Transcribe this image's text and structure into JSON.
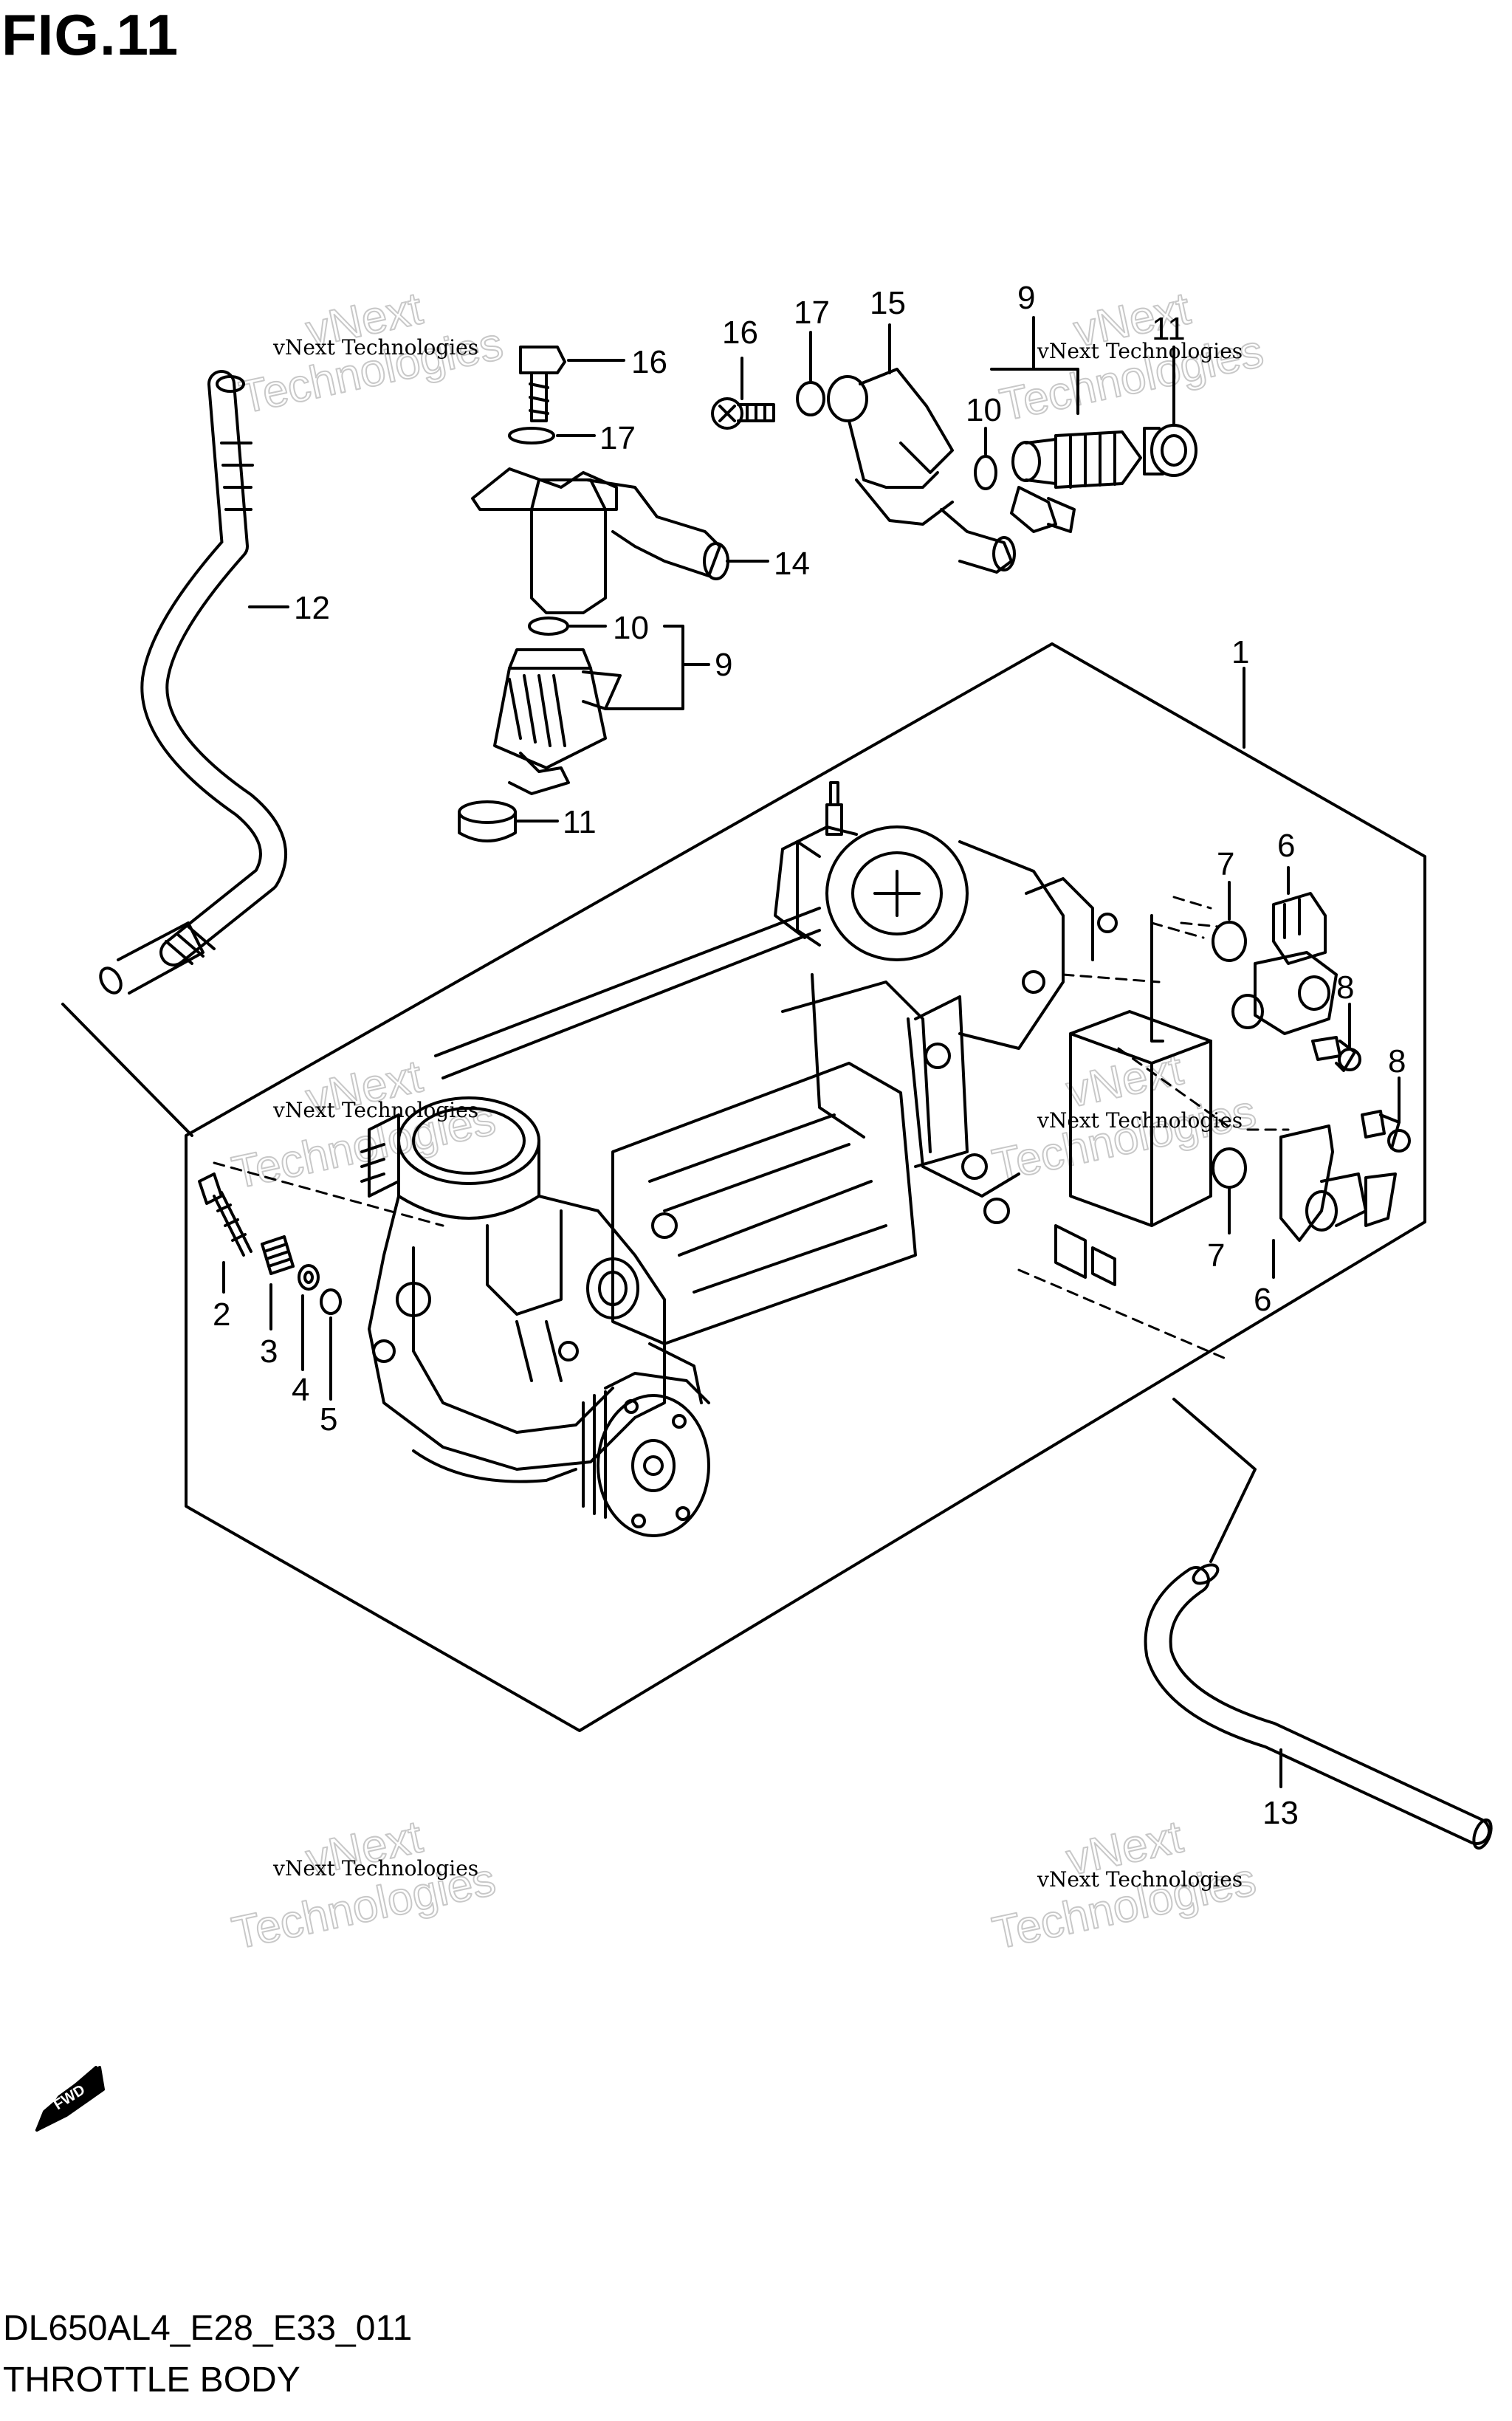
{
  "figure": {
    "title": "FIG.11",
    "code": "DL650AL4_E28_E33_011",
    "caption": "THROTTLE BODY"
  },
  "watermark": {
    "line1": "vNext Technologies",
    "line2": "vNext",
    "line3": "Technologies"
  },
  "fwd_marker": {
    "label": "FWD"
  },
  "callouts": [
    {
      "id": "c1",
      "label": "1"
    },
    {
      "id": "c2",
      "label": "2"
    },
    {
      "id": "c3",
      "label": "3"
    },
    {
      "id": "c4",
      "label": "4"
    },
    {
      "id": "c5",
      "label": "5"
    },
    {
      "id": "c6a",
      "label": "6"
    },
    {
      "id": "c6b",
      "label": "6"
    },
    {
      "id": "c7a",
      "label": "7"
    },
    {
      "id": "c7b",
      "label": "7"
    },
    {
      "id": "c8a",
      "label": "8"
    },
    {
      "id": "c8b",
      "label": "8"
    },
    {
      "id": "c9a",
      "label": "9"
    },
    {
      "id": "c9b",
      "label": "9"
    },
    {
      "id": "c10a",
      "label": "10"
    },
    {
      "id": "c10b",
      "label": "10"
    },
    {
      "id": "c11a",
      "label": "11"
    },
    {
      "id": "c11b",
      "label": "11"
    },
    {
      "id": "c12",
      "label": "12"
    },
    {
      "id": "c13",
      "label": "13"
    },
    {
      "id": "c14",
      "label": "14"
    },
    {
      "id": "c15",
      "label": "15"
    },
    {
      "id": "c16a",
      "label": "16"
    },
    {
      "id": "c16b",
      "label": "16"
    },
    {
      "id": "c17a",
      "label": "17"
    },
    {
      "id": "c17b",
      "label": "17"
    }
  ]
}
